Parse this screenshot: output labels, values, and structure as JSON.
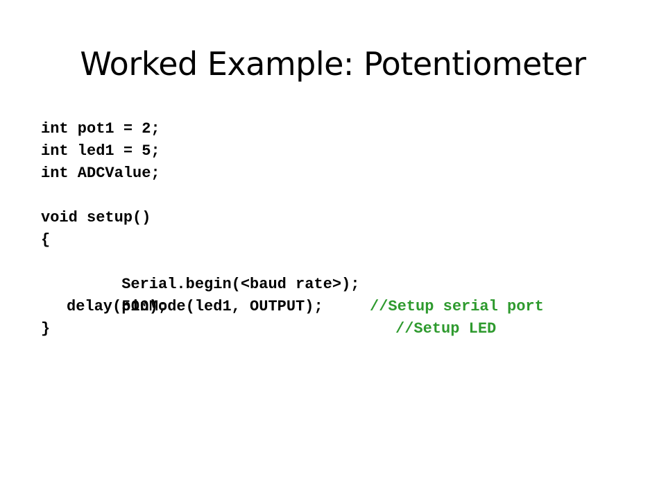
{
  "slide": {
    "title": "Worked Example: Potentiometer"
  },
  "code": {
    "lines": {
      "l1": "int pot1 = 2;",
      "l2": "int led1 = 5;",
      "l3": "int ADCValue;",
      "l5": "void setup()",
      "l6": "{",
      "l7": "Serial.begin(<baud rate>);",
      "l7_comment": "//Setup serial port",
      "l8": "pinMode(led1, OUTPUT);",
      "l8_comment": "//Setup LED",
      "l9": "delay(500);",
      "l10": "}"
    },
    "comment_color": "#2e9a2e",
    "text_color": "#000000"
  }
}
